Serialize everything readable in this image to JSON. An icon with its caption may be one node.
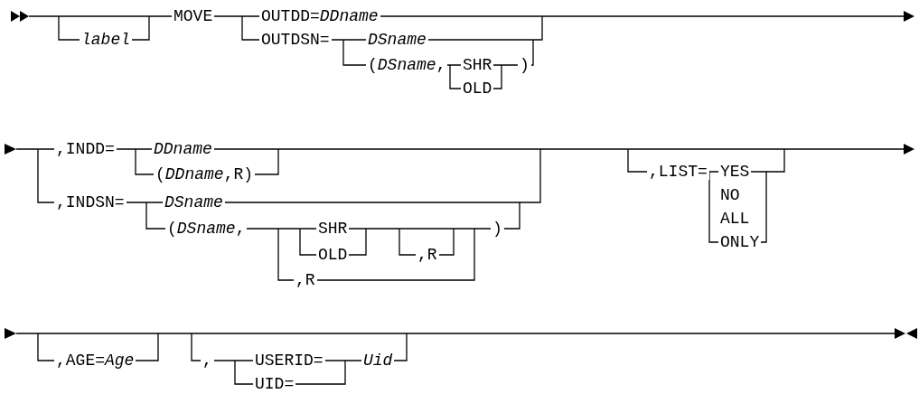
{
  "diagram": {
    "labels": [
      "MOVE",
      "OUTDD=*DDname*",
      "label",
      "OUTDSN=",
      "DSname",
      "(*DSname*,",
      "SHR",
      ")",
      "OLD",
      ",INDD=",
      "DDname",
      ",LIST=",
      "YES",
      "(*DDname*,R)",
      "NO",
      ",INDSN=",
      "DSname",
      "ALL",
      "(*DSname*,",
      "SHR",
      ")",
      "ONLY",
      "OLD",
      ",R",
      ",R",
      ",AGE=*Age*",
      ",",
      "USERID=",
      "Uid",
      "UID="
    ]
  }
}
